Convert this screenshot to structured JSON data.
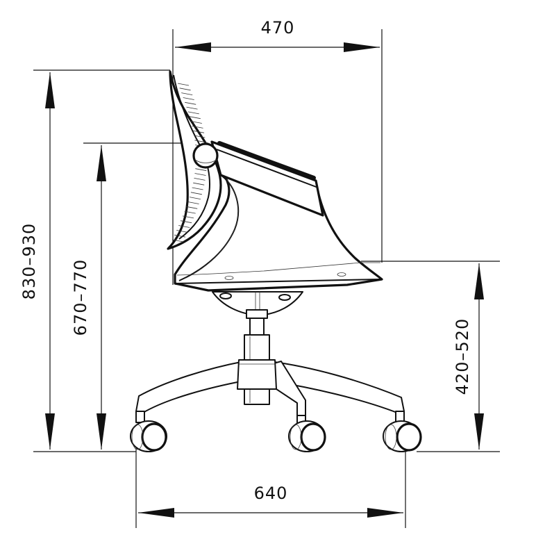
{
  "dimensions": {
    "width": "470",
    "total_height": "830–930",
    "armrest_height": "670–770",
    "seat_height": "420–520",
    "base_width": "640"
  },
  "colors": {
    "line": "#111111",
    "background": "#ffffff"
  }
}
